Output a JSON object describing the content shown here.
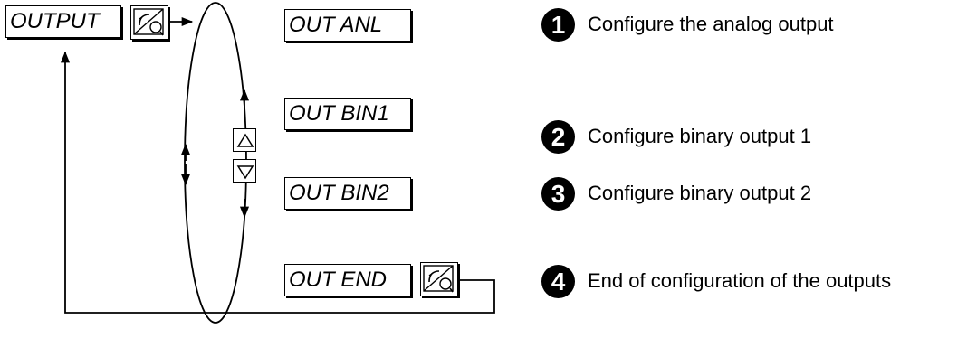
{
  "menu": {
    "root_label": "OUTPUT",
    "submenu": [
      "OUT ANL",
      "OUT BIN1",
      "OUT BIN2",
      "OUT END"
    ]
  },
  "keys": {
    "enter_icon": "enter-key-icon",
    "up_icon": "up-triangle-icon",
    "down_icon": "down-triangle-icon"
  },
  "steps": [
    {
      "number": "1",
      "text": "Configure the analog output"
    },
    {
      "number": "2",
      "text": "Configure binary output 1"
    },
    {
      "number": "3",
      "text": "Configure binary output 2"
    },
    {
      "number": "4",
      "text": "End of configuration of the outputs"
    }
  ]
}
